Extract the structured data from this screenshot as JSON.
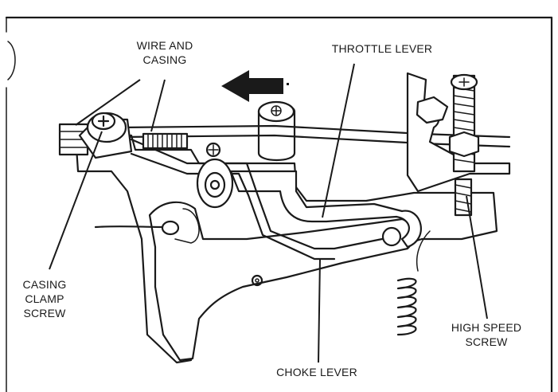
{
  "labels": {
    "wire_and_casing_line1": "WIRE AND",
    "wire_and_casing_line2": "CASING",
    "throttle_lever": "THROTTLE LEVER",
    "casing_clamp_screw_line1": "CASING",
    "casing_clamp_screw_line2": "CLAMP",
    "casing_clamp_screw_line3": "SCREW",
    "high_speed_screw_line1": "HIGH SPEED",
    "high_speed_screw_line2": "SCREW",
    "choke_lever": "CHOKE LEVER"
  },
  "colors": {
    "ink": "#1a1a1a",
    "paper": "#ffffff"
  }
}
